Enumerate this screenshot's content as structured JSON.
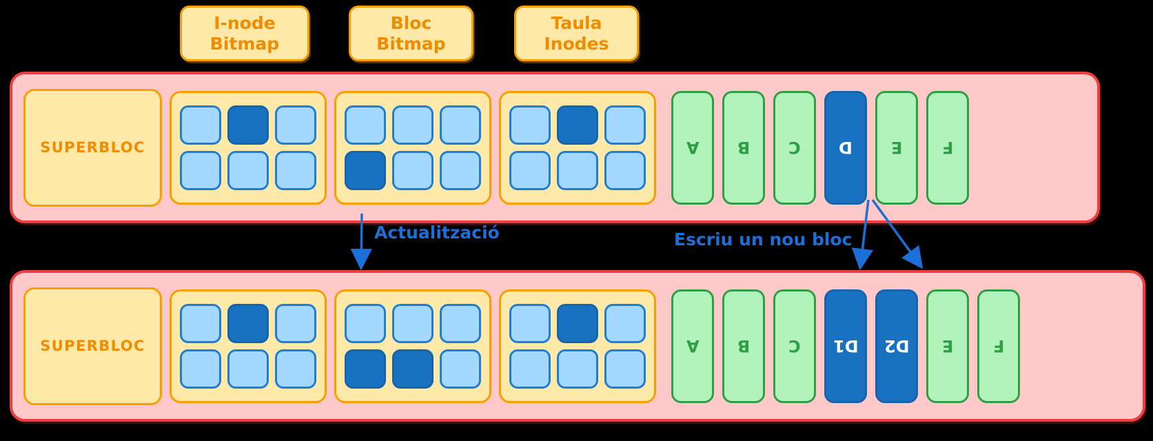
{
  "diagram": {
    "title": "Filesystem block write diagram",
    "colors": {
      "disk_fill": "#ffc9c9",
      "disk_border": "#f03e3e",
      "group_fill": "#ffe9a8",
      "group_border": "#f59f00",
      "cell_free": "#a5d8ff",
      "cell_used": "#1971c2",
      "block_fill": "#b2f2bb",
      "block_border": "#2f9e44",
      "block_written": "#1971c2",
      "annotation": "#1c6fd6"
    }
  },
  "callouts": [
    {
      "name": "inode-bitmap",
      "line1": "I-node",
      "line2": "Bitmap"
    },
    {
      "name": "bloc-bitmap",
      "line1": "Bloc",
      "line2": "Bitmap"
    },
    {
      "name": "taula-inodes",
      "line1": "Taula",
      "line2": "Inodes"
    }
  ],
  "rows": [
    {
      "name": "before",
      "superbloc": "SUPERBLOC",
      "groups": [
        {
          "name": "inode-bitmap-grid",
          "cells": [
            [
              0,
              1,
              0
            ],
            [
              0,
              0,
              0
            ]
          ]
        },
        {
          "name": "bloc-bitmap-grid",
          "cells": [
            [
              0,
              0,
              0
            ],
            [
              1,
              0,
              0
            ]
          ]
        },
        {
          "name": "taula-inodes-grid",
          "cells": [
            [
              0,
              1,
              0
            ],
            [
              0,
              0,
              0
            ]
          ]
        }
      ],
      "blocks": [
        {
          "label": "A",
          "written": false
        },
        {
          "label": "B",
          "written": false
        },
        {
          "label": "C",
          "written": false
        },
        {
          "label": "D",
          "written": true
        },
        {
          "label": "E",
          "written": false
        },
        {
          "label": "F",
          "written": false
        }
      ]
    },
    {
      "name": "after",
      "superbloc": "SUPERBLOC",
      "groups": [
        {
          "name": "inode-bitmap-grid",
          "cells": [
            [
              0,
              1,
              0
            ],
            [
              0,
              0,
              0
            ]
          ]
        },
        {
          "name": "bloc-bitmap-grid",
          "cells": [
            [
              0,
              0,
              0
            ],
            [
              1,
              1,
              0
            ]
          ]
        },
        {
          "name": "taula-inodes-grid",
          "cells": [
            [
              0,
              1,
              0
            ],
            [
              0,
              0,
              0
            ]
          ]
        }
      ],
      "blocks": [
        {
          "label": "A",
          "written": false
        },
        {
          "label": "B",
          "written": false
        },
        {
          "label": "C",
          "written": false
        },
        {
          "label": "D1",
          "written": true
        },
        {
          "label": "D2",
          "written": true
        },
        {
          "label": "E",
          "written": false
        },
        {
          "label": "F",
          "written": false
        }
      ]
    }
  ],
  "annotations": [
    {
      "name": "actualitzacio-label",
      "text": "Actualització"
    },
    {
      "name": "escriu-nou-bloc-label",
      "text": "Escriu un nou bloc"
    }
  ]
}
